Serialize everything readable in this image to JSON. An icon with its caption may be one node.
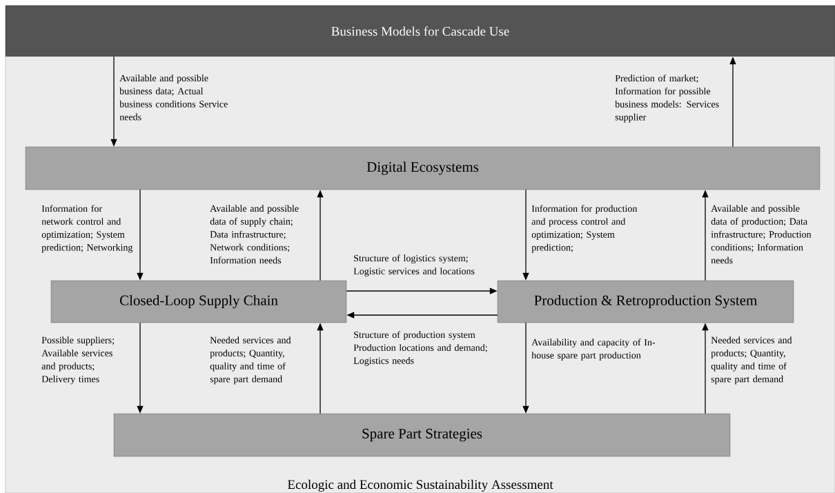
{
  "diagram": {
    "nodes": [
      {
        "text": [
          "Ecologic and Economic Sustainability Assessment"
        ]
      },
      {
        "text": [
          "Business Models for Cascade Use"
        ],
        "in": 0
      },
      {
        "text": [
          "Digital Ecosystems"
        ],
        "in": 0
      },
      {
        "text": [
          "Closed-Loop Supply Chain"
        ],
        "in": 0
      },
      {
        "text": [
          "Production & Retroproduction System"
        ],
        "in": 0
      },
      {
        "text": [
          "Spare Part Strategies"
        ],
        "in": 0
      }
    ],
    "edges": [
      {
        "from": 1,
        "to": 2,
        "arrow": "to",
        "label": "Available and possible business data; Actual business conditions Service needs"
      },
      {
        "from": 2,
        "to": 1,
        "arrow": "to",
        "label": "Prediction of market; Information for possible business models: Services supplier"
      },
      {
        "from": 2,
        "to": 3,
        "arrow": "to",
        "label": "Information for network control and optimization; System prediction; Networking"
      },
      {
        "from": 3,
        "to": 2,
        "arrow": "to",
        "label": "Available and possible data of supply chain; Data infrastructure; Network conditions; Information needs"
      },
      {
        "from": 2,
        "to": 4,
        "arrow": "to",
        "label": "Information for production and process control and optimization; System prediction;"
      },
      {
        "from": 4,
        "to": 2,
        "arrow": "to",
        "label": "Available and possible data of production; Data infrastructure; Production conditions; Information needs"
      },
      {
        "from": 3,
        "to": 4,
        "arrow": "to",
        "label": "Structure of logistics system; Logistic services and locations"
      },
      {
        "from": 4,
        "to": 3,
        "arrow": "to",
        "label": "Structure of production system Production locations and demand; Logistics needs"
      },
      {
        "from": 3,
        "to": 5,
        "arrow": "to",
        "label": "Possible suppliers; Available services and products; Delivery times"
      },
      {
        "from": 5,
        "to": 3,
        "arrow": "to",
        "label": "Needed services and products; Quantity, quality and time of spare part demand"
      },
      {
        "from": 4,
        "to": 5,
        "arrow": "to",
        "label": "Availability and capacity of In-house spare part production"
      },
      {
        "from": 5,
        "to": 4,
        "arrow": "to",
        "label": "Needed services and products; Quantity, quality and time of spare part demand"
      }
    ]
  }
}
